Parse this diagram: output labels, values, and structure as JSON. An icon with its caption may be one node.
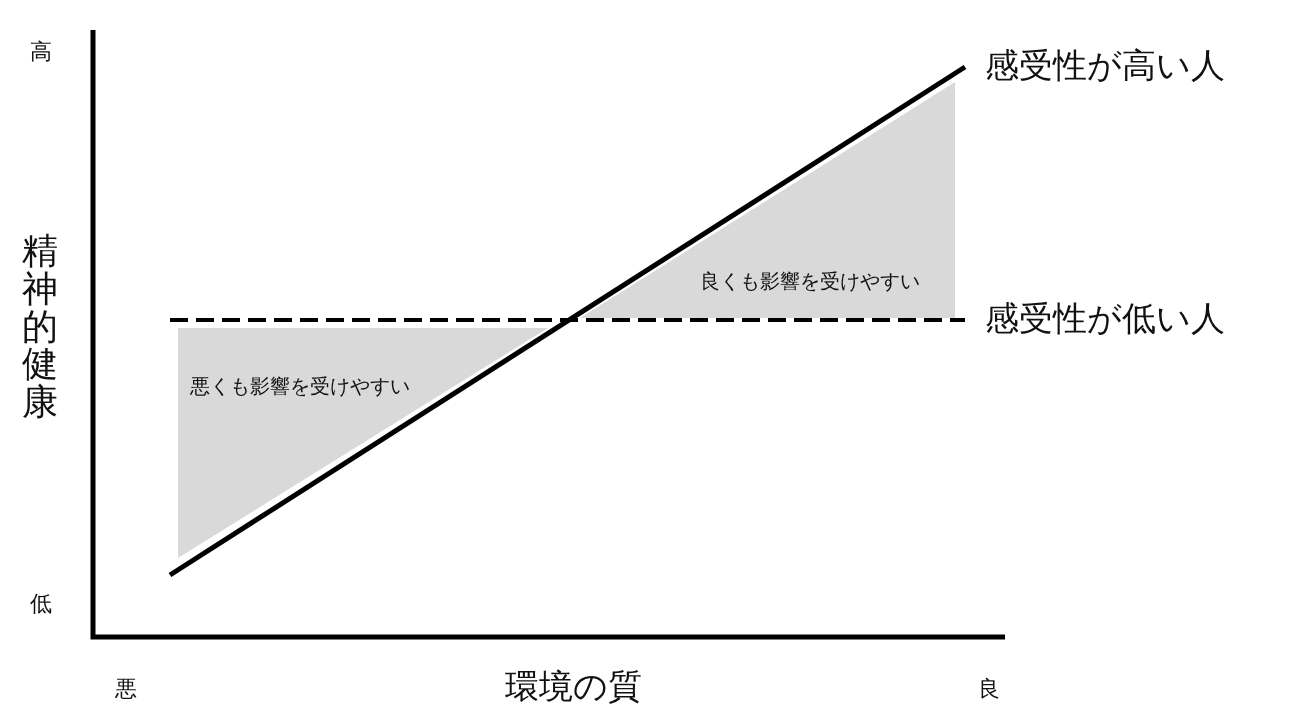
{
  "diagram": {
    "labels": [
      "高",
      "感受性が高い人",
      "良くも影響を受けやすい",
      "精神的健康",
      "感受性が低い人",
      "悪くも影響を受けやすい",
      "低",
      "悪",
      "環境の質",
      "良"
    ]
  }
}
